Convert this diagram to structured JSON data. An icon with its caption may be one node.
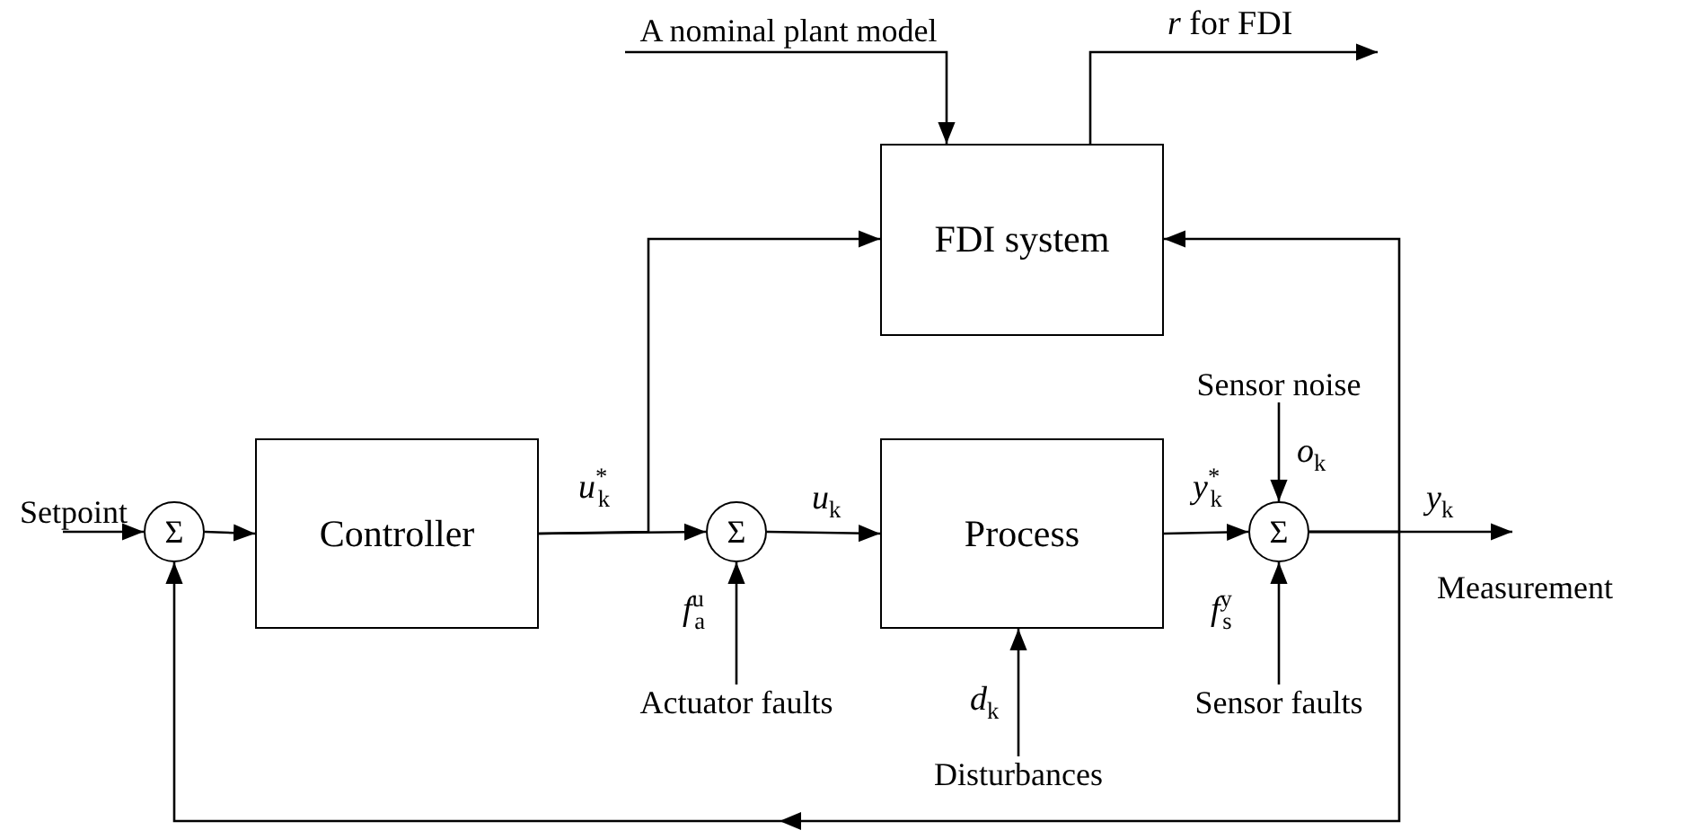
{
  "diagram": {
    "nodes": [
      {
        "text": [
          "A nominal plant model"
        ]
      },
      {
        "text": [
          "FDI system"
        ]
      },
      {
        "text": [
          "Setpoint"
        ]
      },
      {
        "text": [
          "Σ"
        ]
      },
      {
        "text": [
          "Controller"
        ]
      },
      {
        "text": [
          "Σ"
        ]
      },
      {
        "text": [
          "Process"
        ]
      },
      {
        "text": [
          "Σ"
        ]
      },
      {
        "text": [
          "Sensor noise"
        ]
      },
      {
        "text": [
          "Actuator faults"
        ]
      },
      {
        "text": [
          "Disturbances"
        ]
      },
      {
        "text": [
          "Sensor faults"
        ]
      }
    ],
    "edges": [
      {
        "from": 2,
        "to": 3,
        "arrow": "to"
      },
      {
        "from": 3,
        "to": 4,
        "arrow": "to"
      },
      {
        "from": 4,
        "to": 5,
        "arrow": "to",
        "label": "*u*$^{*}$$_{k}$"
      },
      {
        "from": 4,
        "to": 1,
        "arrow": "to"
      },
      {
        "from": 9,
        "to": 5,
        "arrow": "to",
        "label": "*f*$^{u}$$_{a}$"
      },
      {
        "from": 5,
        "to": 6,
        "arrow": "to",
        "label": "*u*$_{k}$"
      },
      {
        "from": 10,
        "to": 6,
        "arrow": "to",
        "label": "*d*$_{k}$"
      },
      {
        "from": 6,
        "to": 7,
        "arrow": "to",
        "label": "*y*$^{*}$$_{k}$"
      },
      {
        "from": 8,
        "to": 7,
        "arrow": "to",
        "label": "*o*$_{k}$"
      },
      {
        "from": 11,
        "to": 7,
        "arrow": "to",
        "label": "*f*$^{y}$$_{s}$"
      },
      {
        "from": 7,
        "to": null,
        "arrow": "to",
        "label": "*y*$_{k}$"
      },
      {
        "from": 7,
        "to": 1,
        "arrow": "to"
      },
      {
        "from": 7,
        "to": 3,
        "arrow": "to"
      },
      {
        "from": 0,
        "to": 1,
        "arrow": "to"
      },
      {
        "from": 1,
        "to": null,
        "arrow": "to",
        "label": "*r* for FDI"
      }
    ],
    "labels": [
      "Measurement"
    ]
  }
}
